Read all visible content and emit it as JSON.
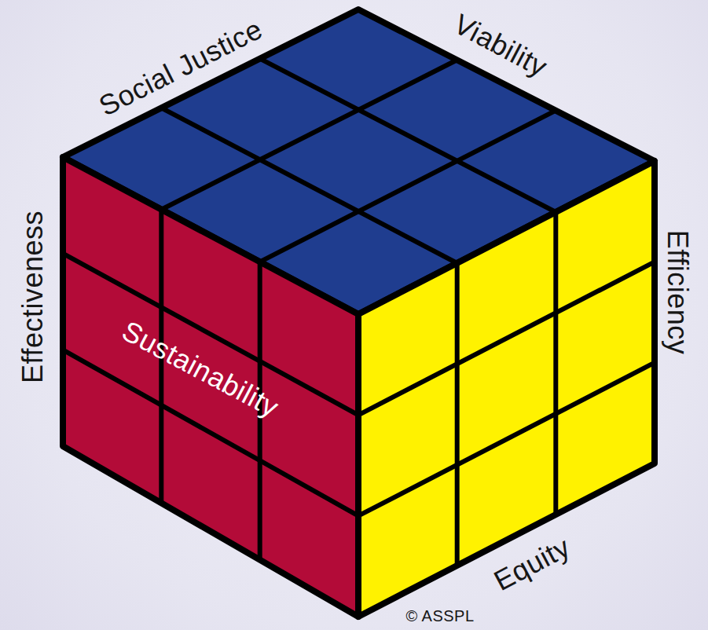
{
  "diagram": {
    "nodes": [
      {
        "text": [
          "Sustainability"
        ]
      }
    ],
    "labels": [
      "Social Justice",
      "Viability",
      "Effectiveness",
      "Efficiency",
      "Equity",
      "© ASSPL"
    ]
  }
}
